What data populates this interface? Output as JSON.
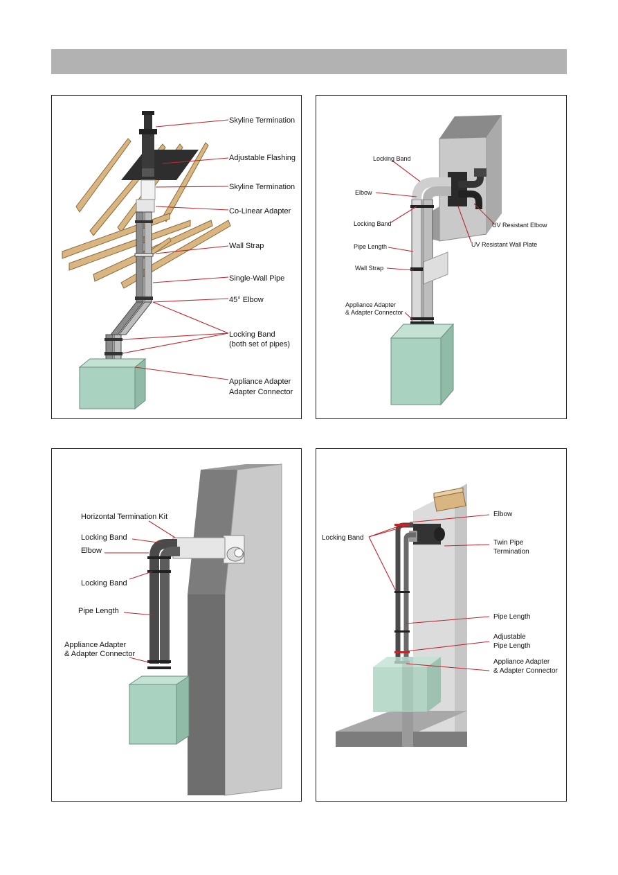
{
  "header": {
    "title": ""
  },
  "panels": [
    {
      "labels": {
        "skyline_termination_top": "Skyline Termination",
        "adjustable_flashing": "Adjustable Flashing",
        "skyline_termination_mid": "Skyline Termination",
        "co_linear_adapter": "Co-Linear Adapter",
        "wall_strap": "Wall Strap",
        "single_wall_pipe": "Single-Wall Pipe",
        "elbow_45": "45° Elbow",
        "locking_band": "Locking Band",
        "locking_band_note": "(both set of pipes)",
        "appliance_adapter": "Appliance Adapter",
        "adapter_connector": "Adapter Connector"
      }
    },
    {
      "labels": {
        "locking_band_top": "Locking Band",
        "elbow": "Elbow",
        "locking_band_low": "Locking Band",
        "pipe_length": "Pipe Length",
        "wall_strap": "Wall Strap",
        "appliance_adapter": "Appliance Adapter",
        "adapter_connector": "& Adapter Connector",
        "uv_resistant_elbow": "UV Resistant Elbow",
        "uv_resistant_wall_plate": "UV Resistant Wall Plate"
      }
    },
    {
      "labels": {
        "horizontal_termination_kit": "Horizontal Termination Kit",
        "locking_band_top": "Locking Band",
        "elbow": "Elbow",
        "locking_band_low": "Locking Band",
        "pipe_length": "Pipe Length",
        "appliance_adapter": "Appliance Adapter",
        "adapter_connector": "& Adapter Connector"
      }
    },
    {
      "labels": {
        "elbow": "Elbow",
        "locking_band": "Locking Band",
        "twin_pipe_termination_1": "Twin Pipe",
        "twin_pipe_termination_2": "Termination",
        "pipe_length": "Pipe Length",
        "adjustable_pipe_length_1": "Adjustable",
        "adjustable_pipe_length_2": "Pipe Length",
        "appliance_adapter": "Appliance Adapter",
        "adapter_connector": "& Adapter Connector"
      }
    }
  ],
  "colors": {
    "leader_line": "#c0272d",
    "appliance_green": "#a9d3c0",
    "wall_gray": "#c9c9c9",
    "wall_dark": "#6e6e6e",
    "pipe_dark": "#4a4a4a",
    "pipe_light": "#d9d9d9",
    "wood": "#d9b582"
  }
}
